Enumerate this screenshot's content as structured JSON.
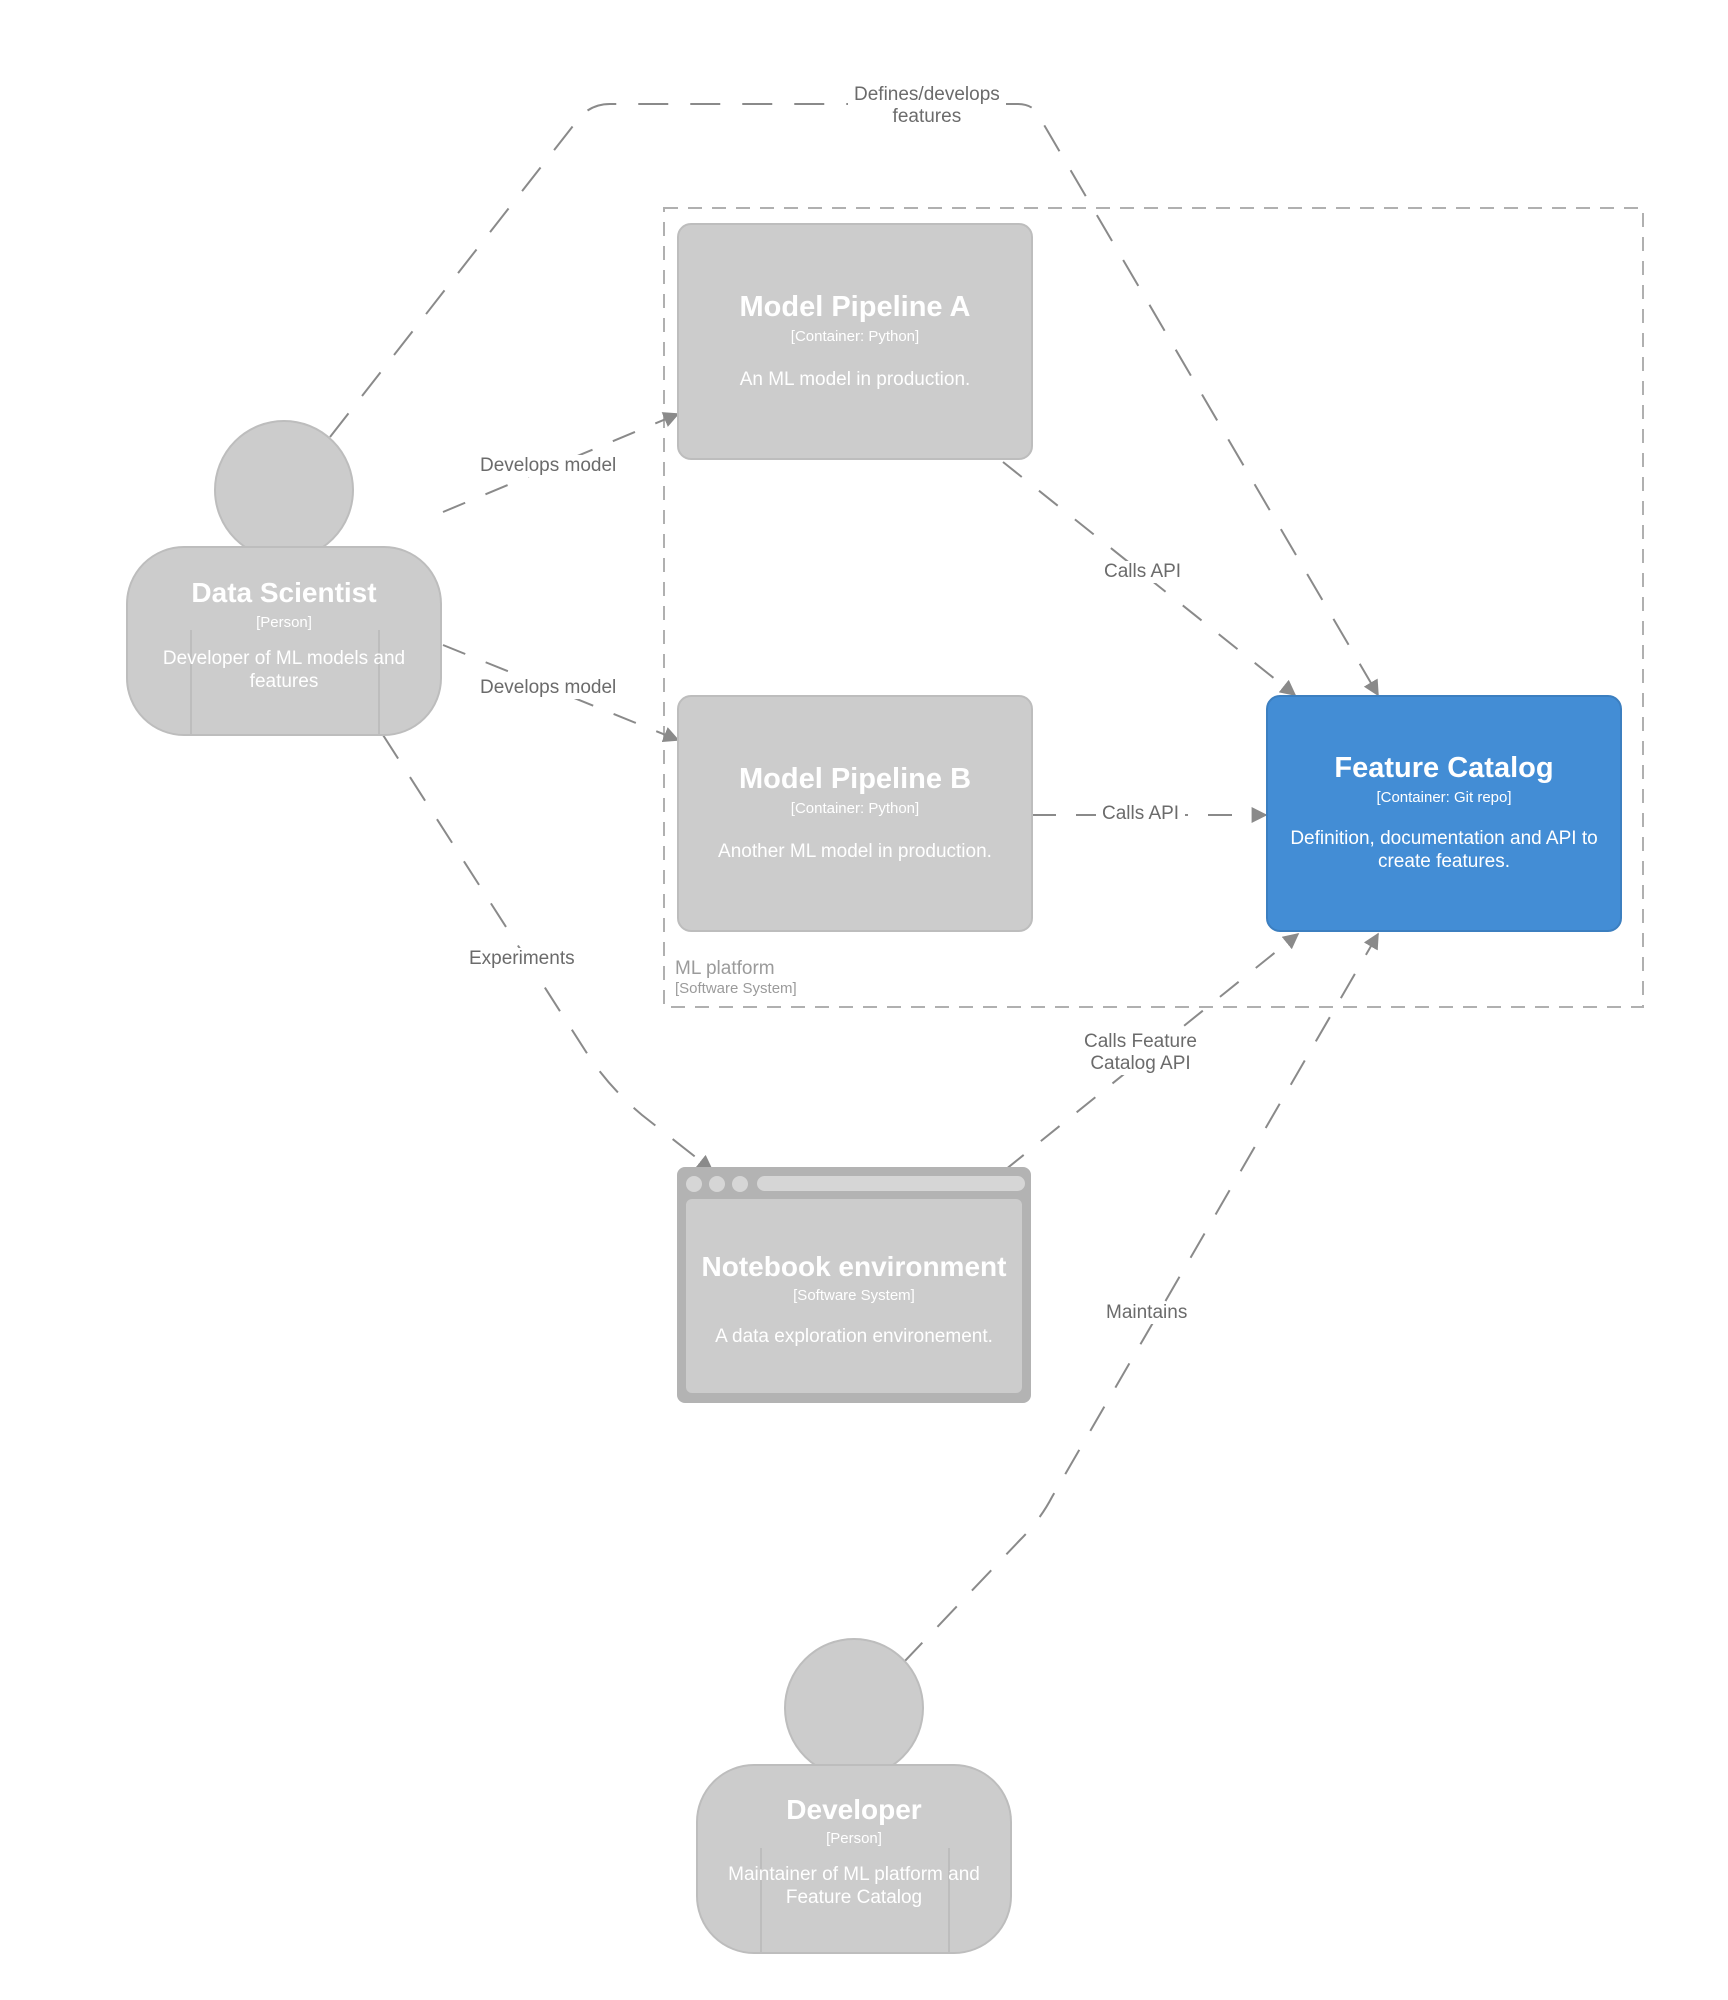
{
  "colors": {
    "element_grey": "#cccccc",
    "element_blue": "#438dd5",
    "element_text": "#ffffff",
    "relationship_line": "#8a8a8a",
    "relationship_label": "#6b6b6b",
    "boundary": "#b0b0b0"
  },
  "boundary": {
    "name": "ML platform",
    "kind": "[Software System]"
  },
  "elements": {
    "data_scientist": {
      "title": "Data Scientist",
      "kind": "[Person]",
      "desc_line1": "Developer of ML models and",
      "desc_line2": "features"
    },
    "developer": {
      "title": "Developer",
      "kind": "[Person]",
      "desc_line1": "Maintainer of ML platform and",
      "desc_line2": "Feature Catalog"
    },
    "pipeline_a": {
      "title": "Model Pipeline A",
      "kind": "[Container: Python]",
      "desc": "An ML model in production."
    },
    "pipeline_b": {
      "title": "Model Pipeline B",
      "kind": "[Container: Python]",
      "desc": "Another ML model in production."
    },
    "feature_catalog": {
      "title": "Feature Catalog",
      "kind": "[Container: Git repo]",
      "desc_line1": "Definition, documentation and API to",
      "desc_line2": "create features."
    },
    "notebook": {
      "title": "Notebook environment",
      "kind": "[Software System]",
      "desc": "A data exploration environement."
    }
  },
  "relationships": {
    "defines_features": {
      "line1": "Defines/develops",
      "line2": "features"
    },
    "develops_model_a": {
      "label": "Develops model"
    },
    "develops_model_b": {
      "label": "Develops model"
    },
    "calls_api_a": {
      "label": "Calls API"
    },
    "calls_api_b": {
      "label": "Calls API"
    },
    "experiments": {
      "label": "Experiments"
    },
    "calls_catalog_api": {
      "line1": "Calls Feature",
      "line2": "Catalog API"
    },
    "maintains": {
      "label": "Maintains"
    }
  }
}
